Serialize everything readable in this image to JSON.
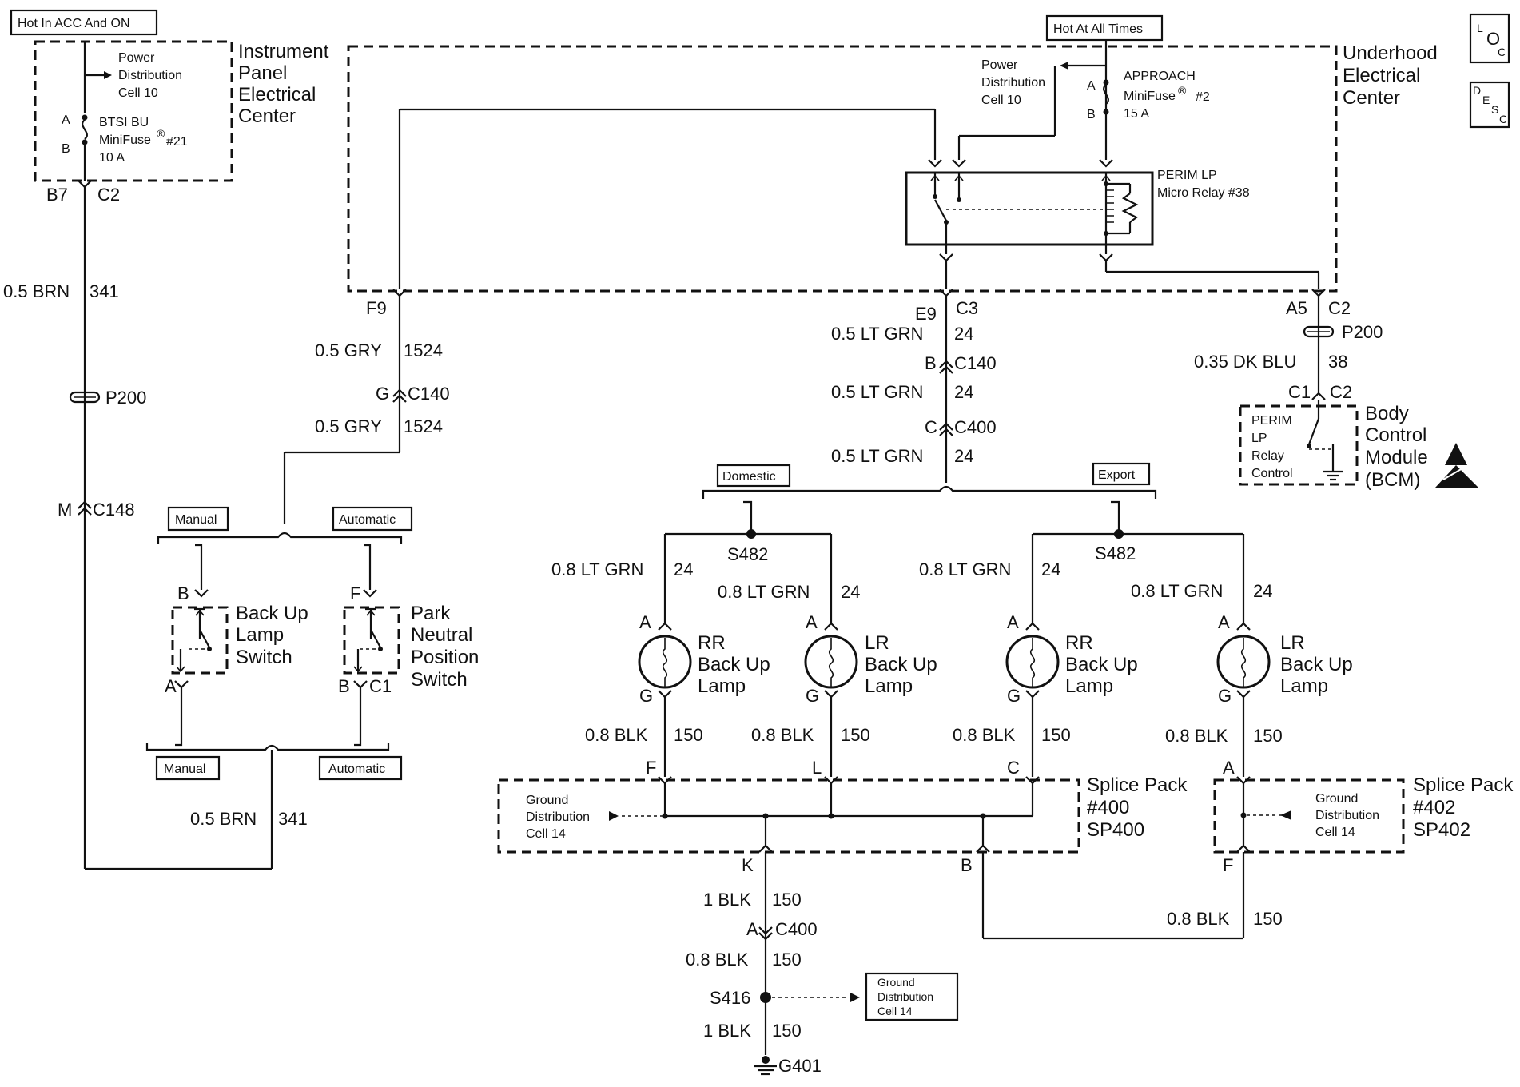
{
  "boxes": {
    "hot_acc_on": "Hot In ACC And ON",
    "hot_all_times": "Hot At All Times",
    "manual_top": "Manual",
    "automatic_top": "Automatic",
    "manual_bottom": "Manual",
    "automatic_bottom": "Automatic",
    "domestic": "Domestic",
    "export": "Export",
    "ground_dist_s416": [
      "Ground",
      "Distribution",
      "Cell 14"
    ]
  },
  "symbols": {
    "loc": [
      "L",
      "O",
      "C"
    ],
    "desc": [
      "D",
      "E",
      "S",
      "C"
    ]
  },
  "ip_center": {
    "title": [
      "Instrument",
      "Panel",
      "Electrical",
      "Center"
    ],
    "power_dist": [
      "Power",
      "Distribution",
      "Cell 10"
    ],
    "fuse": [
      "BTSI BU",
      "MiniFuse",
      "#21",
      "10 A"
    ],
    "pin_a": "A",
    "pin_b": "B"
  },
  "uh_center": {
    "title": [
      "Underhood",
      "Electrical",
      "Center"
    ],
    "power_dist": [
      "Power",
      "Distribution",
      "Cell 10"
    ],
    "fuse": [
      "APPROACH",
      "MiniFuse",
      "#2",
      "15 A"
    ],
    "pin_a": "A",
    "pin_b": "B",
    "relay": [
      "PERIM LP",
      "Micro Relay #38"
    ]
  },
  "bcm": {
    "title": [
      "Body",
      "Control",
      "Module",
      "(BCM)"
    ],
    "inside": [
      "PERIM",
      "LP",
      "Relay",
      "Control"
    ]
  },
  "switches": {
    "backup": [
      "Back Up",
      "Lamp",
      "Switch"
    ],
    "pnp": [
      "Park",
      "Neutral",
      "Position",
      "Switch"
    ]
  },
  "lamps": {
    "rr1": [
      "RR",
      "Back Up",
      "Lamp"
    ],
    "lr1": [
      "LR",
      "Back Up",
      "Lamp"
    ],
    "rr2": [
      "RR",
      "Back Up",
      "Lamp"
    ],
    "lr2": [
      "LR",
      "Back Up",
      "Lamp"
    ]
  },
  "splice_packs": {
    "sp400": [
      "Splice Pack",
      "#400",
      "SP400"
    ],
    "sp402": [
      "Splice Pack",
      "#402",
      "SP402"
    ],
    "gd400": [
      "Ground",
      "Distribution",
      "Cell 14"
    ],
    "gd402": [
      "Ground",
      "Distribution",
      "Cell 14"
    ]
  },
  "wires": {
    "brn1": "0.5 BRN",
    "c341a": "341",
    "brn2": "0.5 BRN",
    "c341b": "341",
    "gry1": "0.5 GRY",
    "c1524a": "1524",
    "gry2": "0.5 GRY",
    "c1524b": "1524",
    "ltg1": "0.5 LT GRN",
    "c24a": "24",
    "ltg2": "0.5 LT GRN",
    "c24b": "24",
    "ltg3": "0.5 LT GRN",
    "c24c": "24",
    "dkblu": "0.35 DK BLU",
    "c38": "38",
    "l1": "0.8 LT GRN",
    "l1c": "24",
    "l2": "0.8 LT GRN",
    "l2c": "24",
    "l3": "0.8 LT GRN",
    "l3c": "24",
    "l4": "0.8 LT GRN",
    "l4c": "24",
    "b1": "0.8 BLK",
    "b1c": "150",
    "b2": "0.8 BLK",
    "b2c": "150",
    "b3": "0.8 BLK",
    "b3c": "150",
    "b4": "0.8 BLK",
    "b4c": "150",
    "g1": "1 BLK",
    "g1c": "150",
    "g2": "0.8 BLK",
    "g2c": "150",
    "g3": "1 BLK",
    "g3c": "150",
    "sp402b": "0.8 BLK",
    "sp402bc": "150"
  },
  "connectors": {
    "b7": "B7",
    "c2a": "C2",
    "p200a": "P200",
    "m": "M",
    "c148": "C148",
    "f9": "F9",
    "g": "G",
    "c140a": "C140",
    "e9": "E9",
    "c3": "C3",
    "b": "B",
    "c140b": "C140",
    "c": "C",
    "c400a": "C400",
    "a5": "A5",
    "c2b": "C2",
    "p200b": "P200",
    "c1": "C1",
    "c2c": "C2",
    "sw_b": "B",
    "sw_a": "A",
    "sw_f": "F",
    "sw_bb": "B",
    "sw_c1": "C1",
    "s482a": "S482",
    "s482b": "S482",
    "la1": "A",
    "la2": "A",
    "la3": "A",
    "la4": "A",
    "lg1": "G",
    "lg2": "G",
    "lg3": "G",
    "lg4": "G",
    "spf": "F",
    "spl": "L",
    "spc": "C",
    "spk": "K",
    "spb": "B",
    "sp2a": "A",
    "sp2f": "F",
    "ca": "A",
    "c400b": "C400",
    "s416": "S416",
    "g401": "G401"
  }
}
